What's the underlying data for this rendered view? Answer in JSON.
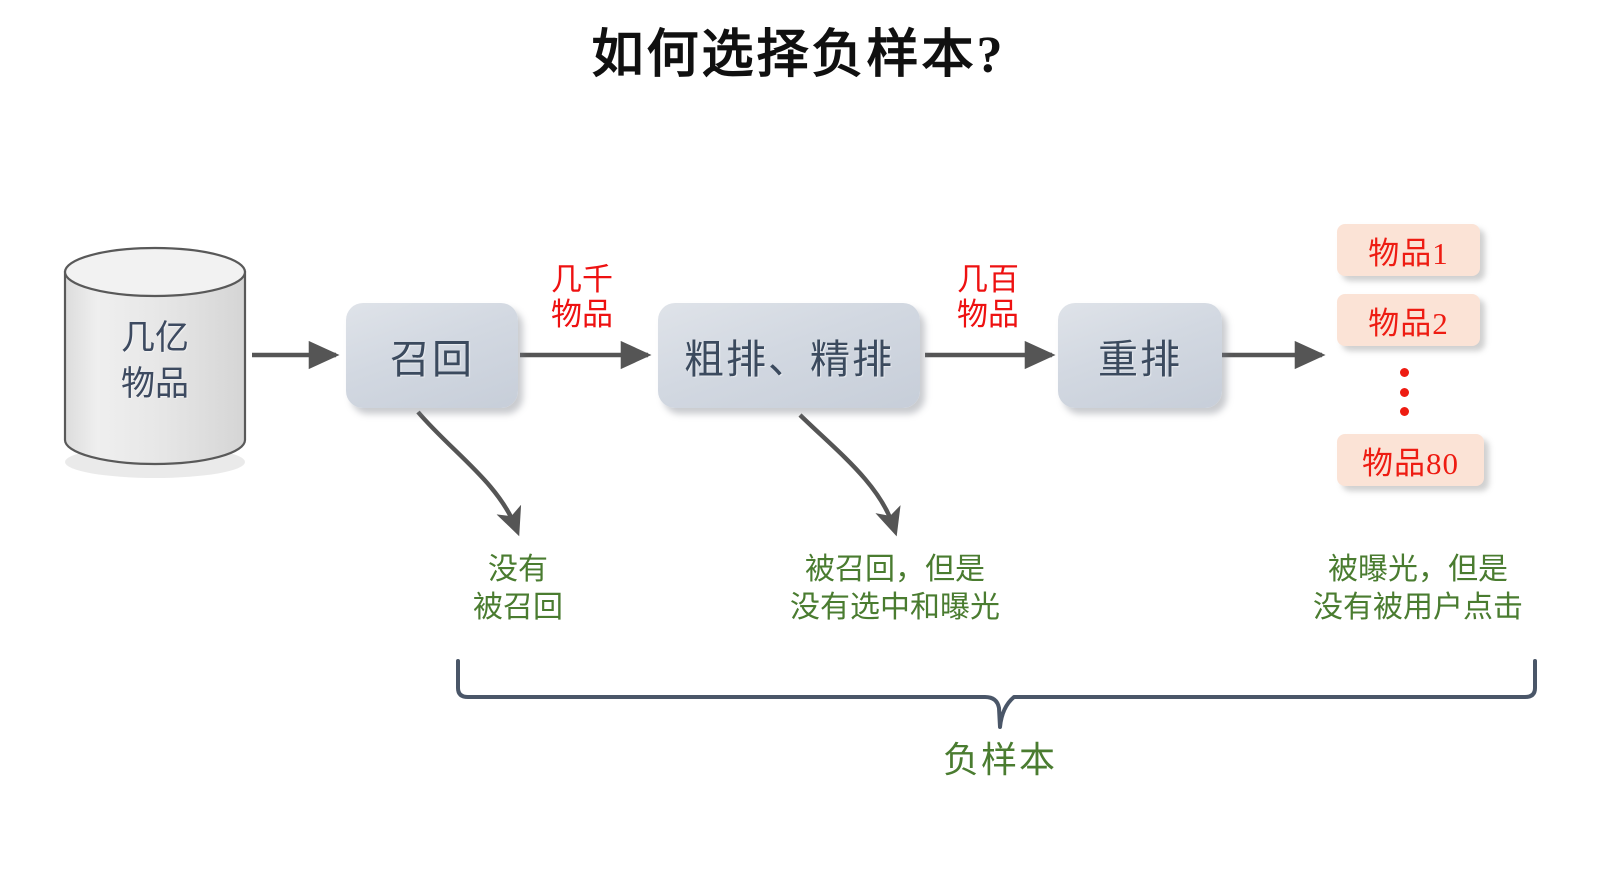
{
  "title": "如何选择负样本?",
  "colors": {
    "title_text": "#101010",
    "stage_box_fill": "#d2d8e1",
    "stage_box_text": "#3b4a5e",
    "item_box_fill": "#fbe3d6",
    "item_box_text": "#ee1c12",
    "red_label": "#ee1111",
    "green_note": "#4a7c30",
    "arrow": "#555555",
    "brace": "#4a5668",
    "cylinder_fill": "#e8e8e8",
    "cylinder_stroke": "#595959"
  },
  "source": {
    "shape": "cylinder-database",
    "label": "几亿\n物品"
  },
  "stages": [
    {
      "id": "recall",
      "label": "召回"
    },
    {
      "id": "ranking",
      "label": "粗排、精排"
    },
    {
      "id": "rerank",
      "label": "重排"
    }
  ],
  "flow_labels": [
    {
      "id": "after-recall",
      "label": "几千\n物品"
    },
    {
      "id": "after-ranking",
      "label": "几百\n物品"
    }
  ],
  "results": {
    "items": [
      {
        "label": "物品1"
      },
      {
        "label": "物品2"
      },
      {
        "label": "物品80"
      }
    ],
    "ellipsis": "⋮"
  },
  "annotations": [
    {
      "id": "not-recalled",
      "label": "没有\n被召回"
    },
    {
      "id": "recalled-not-shown",
      "label": "被召回，但是\n没有选中和曝光"
    },
    {
      "id": "shown-not-clicked",
      "label": "被曝光，但是\n没有被用户点击"
    }
  ],
  "brace": {
    "label": "负样本"
  }
}
